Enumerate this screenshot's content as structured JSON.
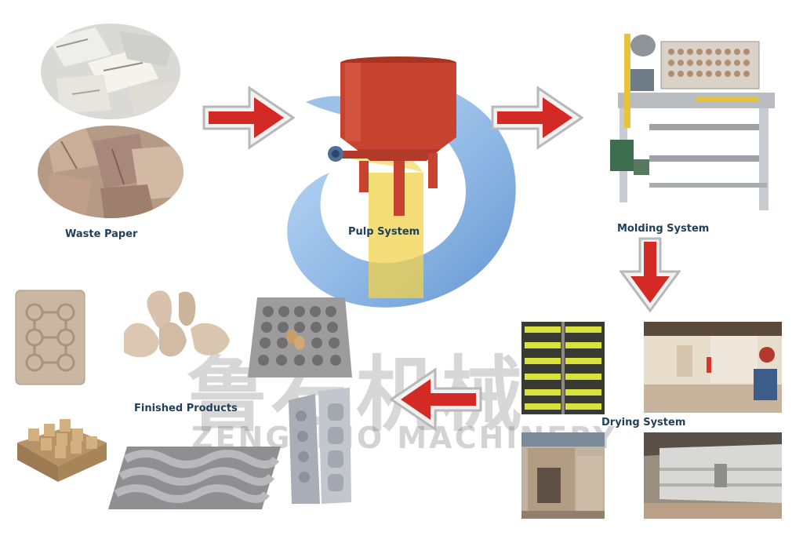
{
  "stages": {
    "waste_paper": "Waste Paper",
    "pulp_system": "Pulp System",
    "molding_system": "Molding System",
    "drying_system": "Drying System",
    "finished_products": "Finished Products"
  },
  "watermark": {
    "chinese": "鲁石机械",
    "english": "ZENGSHIO MACHINERY"
  },
  "colors": {
    "arrow_red": "#d42a26",
    "pulp_tank": "#c8432f",
    "logo_blue": "#4a90d9",
    "logo_yellow": "#f2d24a",
    "label_text": "#1f3f5a"
  }
}
